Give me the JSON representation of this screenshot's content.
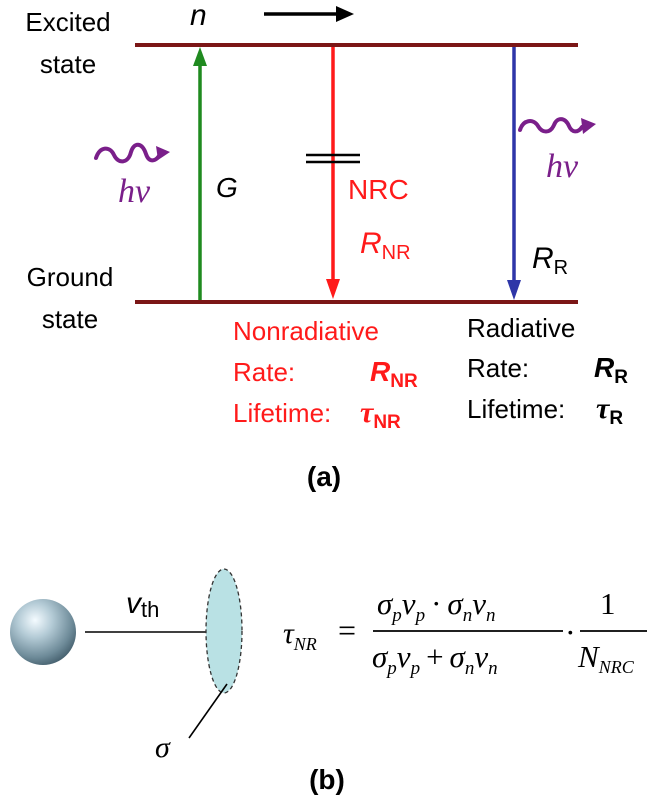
{
  "colors": {
    "level_line": "#7b1616",
    "generation_arrow": "#1f8a1f",
    "nonradiative": "#ff1a1a",
    "radiative_arrow": "#2e36a8",
    "photon": "#7a1f8a",
    "text": "#000000",
    "cross_section_fill": "#b9e1e4"
  },
  "panel_a": {
    "excited_label_1": "Excited",
    "excited_label_2": "state",
    "ground_label_1": "Ground",
    "ground_label_2": "state",
    "n_label": "n",
    "generation_label": "G",
    "photon_left_label": "hν",
    "photon_right_label": "hν",
    "nrc_label": "NRC",
    "r_nr_symbol": "R",
    "r_nr_sub": "NR",
    "r_r_symbol": "R",
    "r_r_sub": "R",
    "nonradiative": {
      "title": "Nonradiative",
      "rate_label": "Rate:",
      "rate_symbol": "R",
      "rate_sub": "NR",
      "lifetime_label": "Lifetime:",
      "lifetime_symbol": "τ",
      "lifetime_sub": "NR"
    },
    "radiative": {
      "title": "Radiative",
      "rate_label": "Rate:",
      "rate_symbol": "R",
      "rate_sub": "R",
      "lifetime_label": "Lifetime:",
      "lifetime_symbol": "τ",
      "lifetime_sub": "R"
    },
    "caption": "(a)"
  },
  "panel_b": {
    "velocity_symbol": "v",
    "velocity_sub": "th",
    "sigma_label": "σ",
    "caption": "(b)",
    "equation": {
      "lhs": "τ",
      "lhs_sub": "NR",
      "equals": "=",
      "num_sigma_p": "σ",
      "num_p1": "p",
      "num_v_p": "v",
      "num_p2": "p",
      "num_dot": "·",
      "num_sigma_n": "σ",
      "num_n1": "n",
      "num_v_n": "v",
      "num_n2": "n",
      "den_sigma_p": "σ",
      "den_p1": "p",
      "den_v_p": "v",
      "den_p2": "p",
      "den_plus": "+",
      "den_sigma_n": "σ",
      "den_n1": "n",
      "den_v_n": "v",
      "den_n2": "n",
      "times_dot": "·",
      "one": "1",
      "n_nrc": "N",
      "n_nrc_sub": "NRC"
    }
  }
}
